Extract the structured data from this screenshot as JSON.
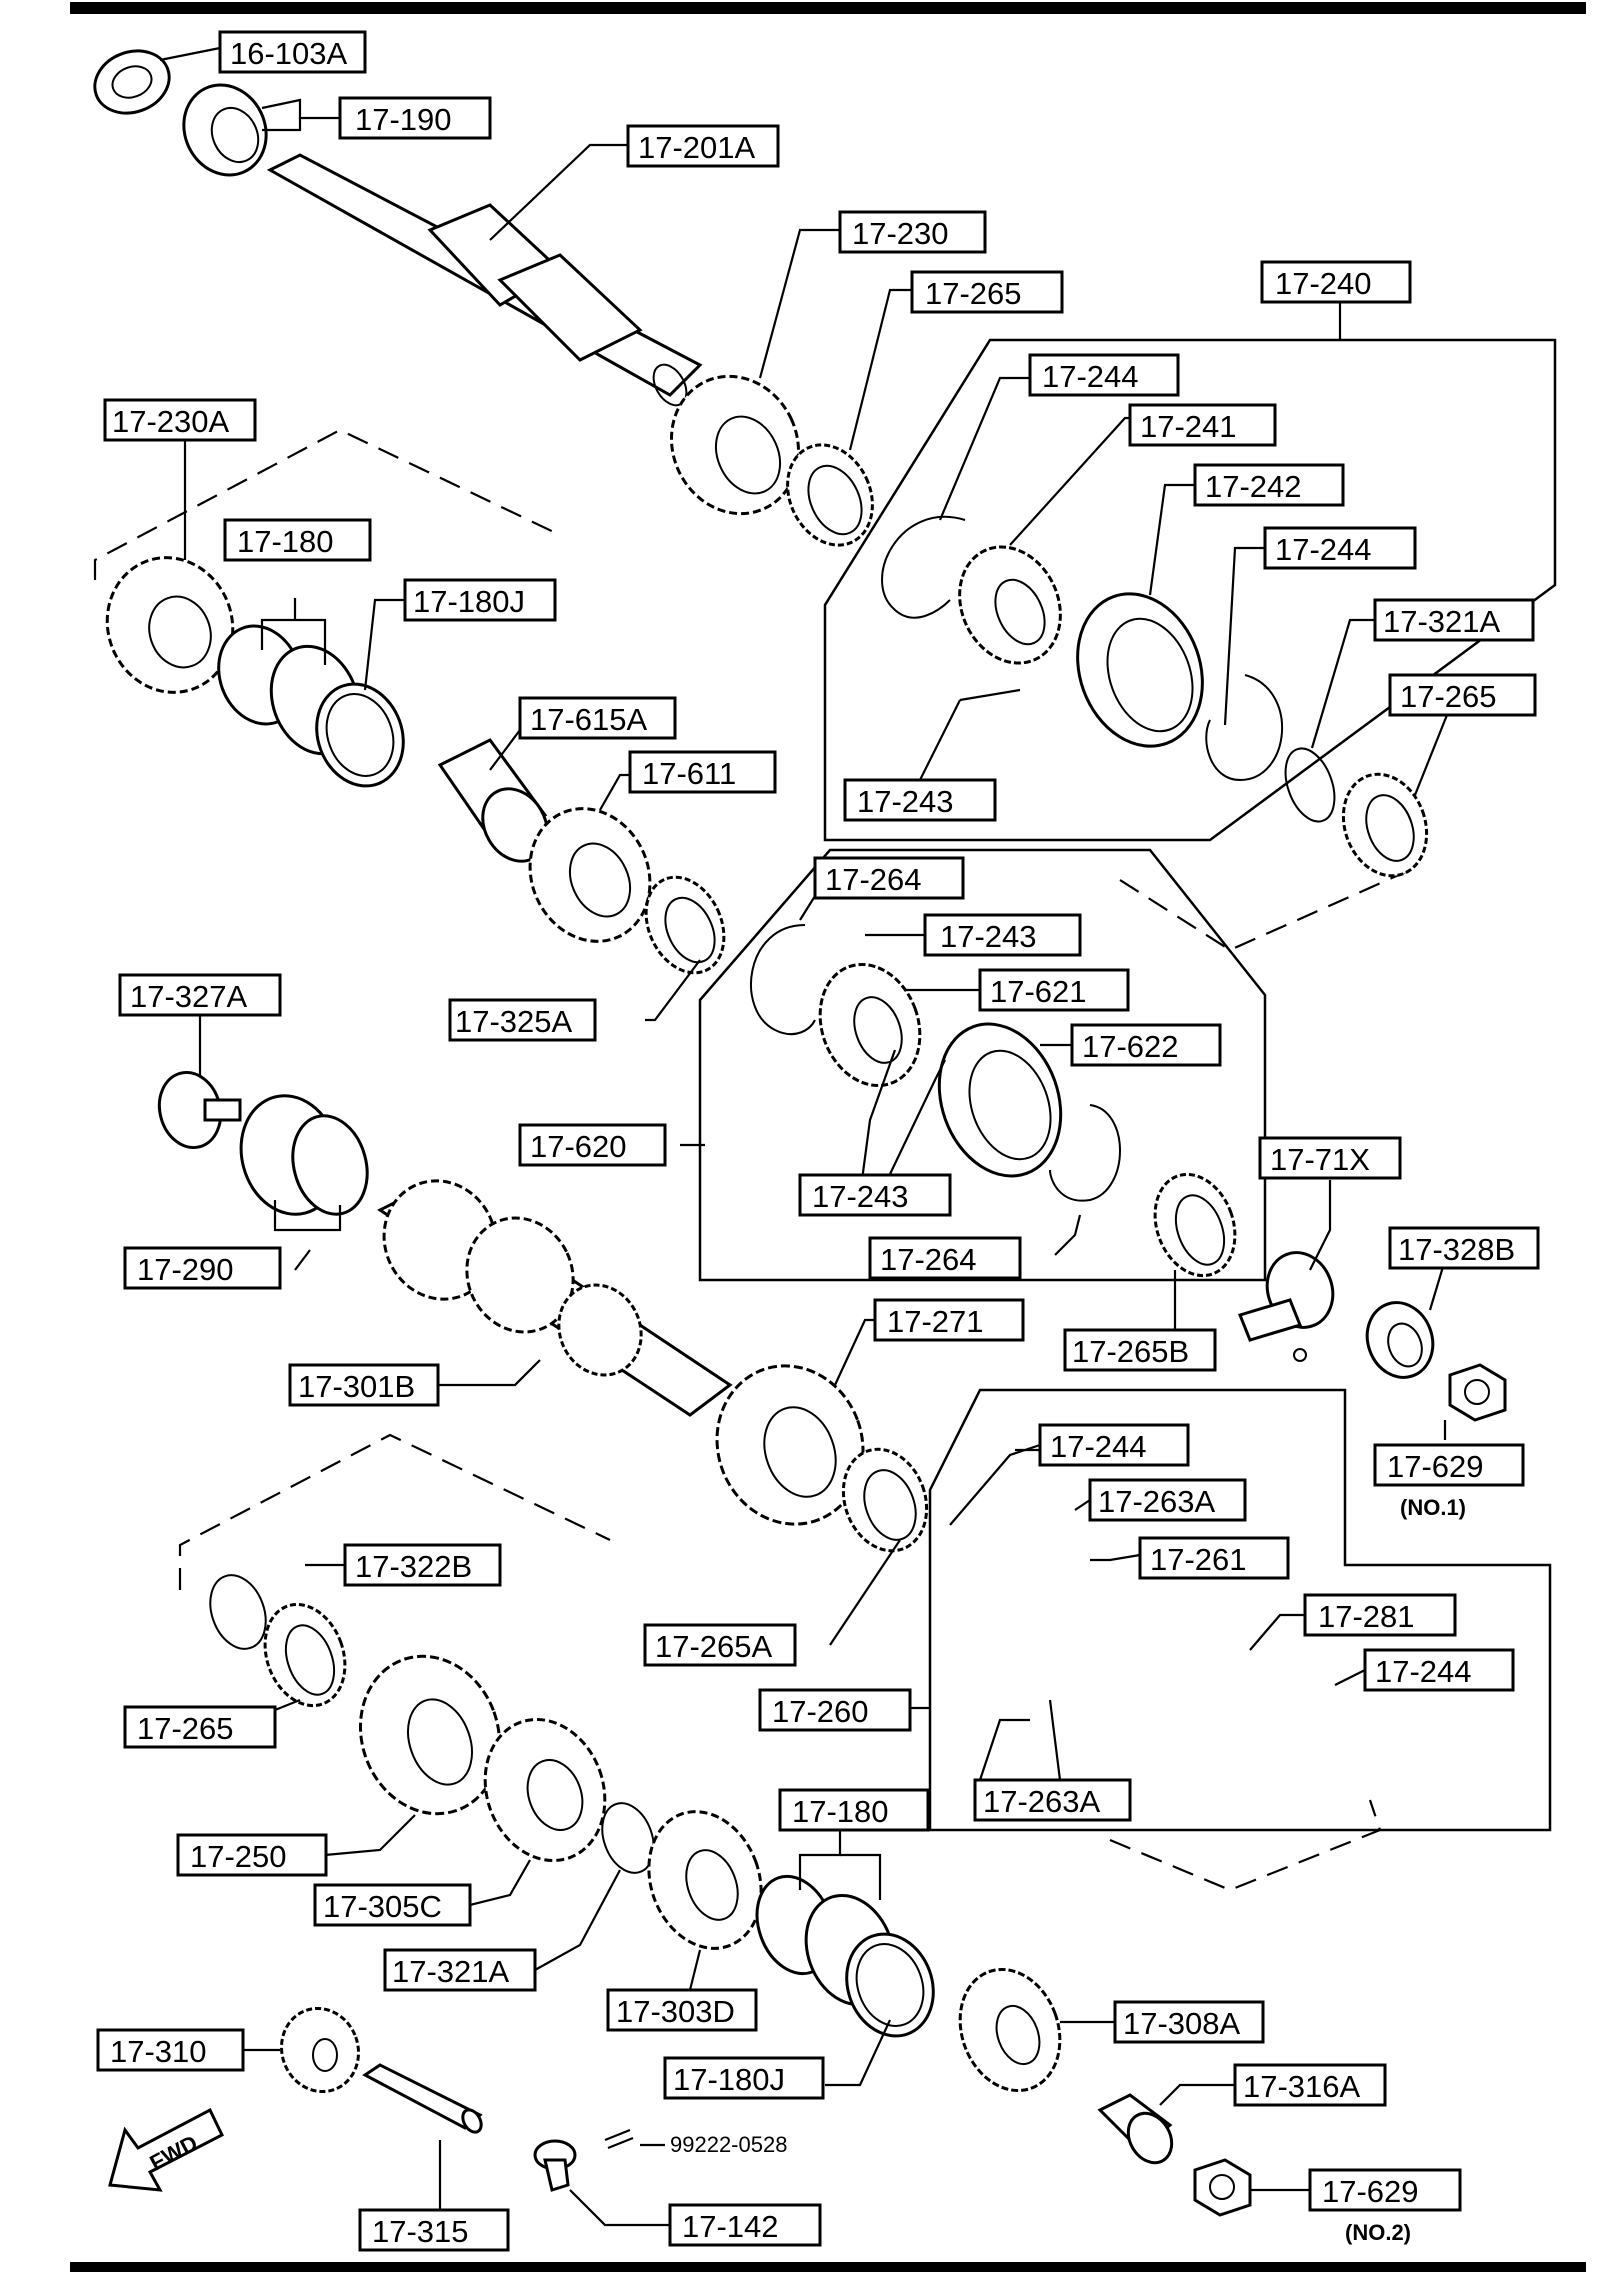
{
  "labels": {
    "l01": "16-103A",
    "l02": "17-190",
    "l03": "17-201A",
    "l04": "17-230",
    "l05": "17-265",
    "l06": "17-240",
    "l07": "17-244",
    "l08": "17-241",
    "l09": "17-230A",
    "l10": "17-180",
    "l11": "17-180J",
    "l12": "17-242",
    "l13": "17-244",
    "l14": "17-321A",
    "l15": "17-265",
    "l16": "17-615A",
    "l17": "17-611",
    "l18": "17-243",
    "l19": "17-264",
    "l20": "17-243",
    "l21": "17-327A",
    "l22": "17-325A",
    "l23": "17-621",
    "l24": "17-622",
    "l25": "17-620",
    "l26": "17-71X",
    "l27": "17-328B",
    "l28": "17-290",
    "l29": "17-243",
    "l30": "17-264",
    "l31": "17-265B",
    "l32": "17-271",
    "l33": "17-301B",
    "l34": "17-244",
    "l35": "17-629",
    "l36": "17-263A",
    "l37": "17-322B",
    "l38": "17-261",
    "l39": "17-265A",
    "l40": "17-281",
    "l41": "17-244",
    "l42": "17-265",
    "l43": "17-260",
    "l44": "17-263A",
    "l45": "17-250",
    "l46": "17-180",
    "l47": "17-305C",
    "l48": "17-321A",
    "l49": "17-303D",
    "l50": "17-308A",
    "l51": "17-310",
    "l52": "17-180J",
    "l53": "17-316A",
    "l54": "17-315",
    "l55": "17-142",
    "l56": "17-629"
  },
  "notes": {
    "no1": "(NO.1)",
    "no2": "(NO.2)",
    "part_99222": "99222-0528",
    "fwd": "FWD"
  }
}
